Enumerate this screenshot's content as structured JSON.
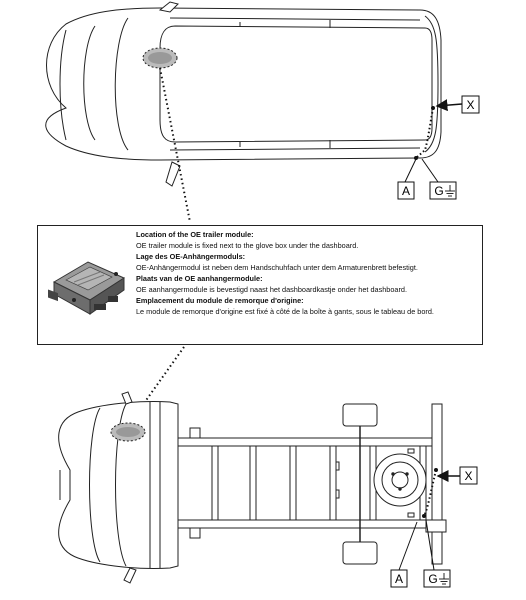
{
  "info": {
    "sections": [
      {
        "heading": "Location of the OE trailer module:",
        "body": "OE trailer module is fixed next to the glove box under the dashboard."
      },
      {
        "heading": "Lage des OE-Anhängermoduls:",
        "body": "OE-Anhängermodul ist neben dem Handschuhfach unter dem Armaturenbrett befestigt."
      },
      {
        "heading": "Plaats van de OE aanhangermodule:",
        "body": "OE aanhangermodule is bevestigd naast het dashboardkastje onder het dashboard."
      },
      {
        "heading": "Emplacement du module de remorque d'origine:",
        "body": "Le module de remorque d'origine est fixé à côté de la boîte à gants, sous le tableau de bord."
      }
    ]
  },
  "labels": {
    "van": {
      "x": "X",
      "a": "A",
      "g": "G"
    },
    "chassis": {
      "x": "X",
      "a": "A",
      "g": "G"
    }
  },
  "icons": {
    "ground": "ground-symbol-icon",
    "arrow": "pointer-arrow-icon",
    "module": "trailer-module-icon"
  }
}
